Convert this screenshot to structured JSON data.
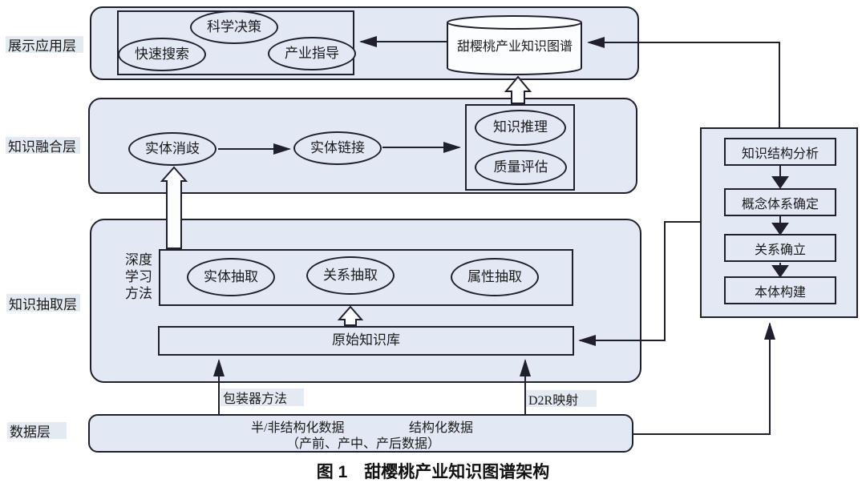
{
  "figure_caption": "图 1　甜樱桃产业知识图谱架构",
  "layers": {
    "display": {
      "label": "展示应用层",
      "quick_search": "快速搜索",
      "scientific_decision": "科学决策",
      "industry_guidance": "产业指导",
      "knowledge_graph_db": "甜樱桃产业知识图谱"
    },
    "fusion": {
      "label": "知识融合层",
      "entity_disambiguation": "实体消歧",
      "entity_linking": "实体链接",
      "knowledge_reasoning": "知识推理",
      "quality_evaluation": "质量评估"
    },
    "extraction": {
      "label": "知识抽取层",
      "deep_learning_method": "深度\n学习\n方法",
      "entity_extraction": "实体抽取",
      "relation_extraction": "关系抽取",
      "attribute_extraction": "属性抽取",
      "raw_knowledge_base": "原始知识库"
    },
    "data": {
      "label": "数据层",
      "semi_unstructured": "半/非结构化数据",
      "structured": "结构化数据",
      "detail": "（产前、产中、产后数据）"
    }
  },
  "ontology_panel": {
    "steps": [
      "知识结构分析",
      "概念体系确定",
      "关系确立",
      "本体构建"
    ]
  },
  "edge_labels": {
    "wrapper_method": "包装器方法",
    "d2r_mapping": "D2R映射"
  },
  "colors": {
    "layer_fill": "#e2e9f4",
    "border": "#20202c",
    "label_highlight": "#e4eaf1",
    "cylinder_fill": "#fcfdff"
  }
}
